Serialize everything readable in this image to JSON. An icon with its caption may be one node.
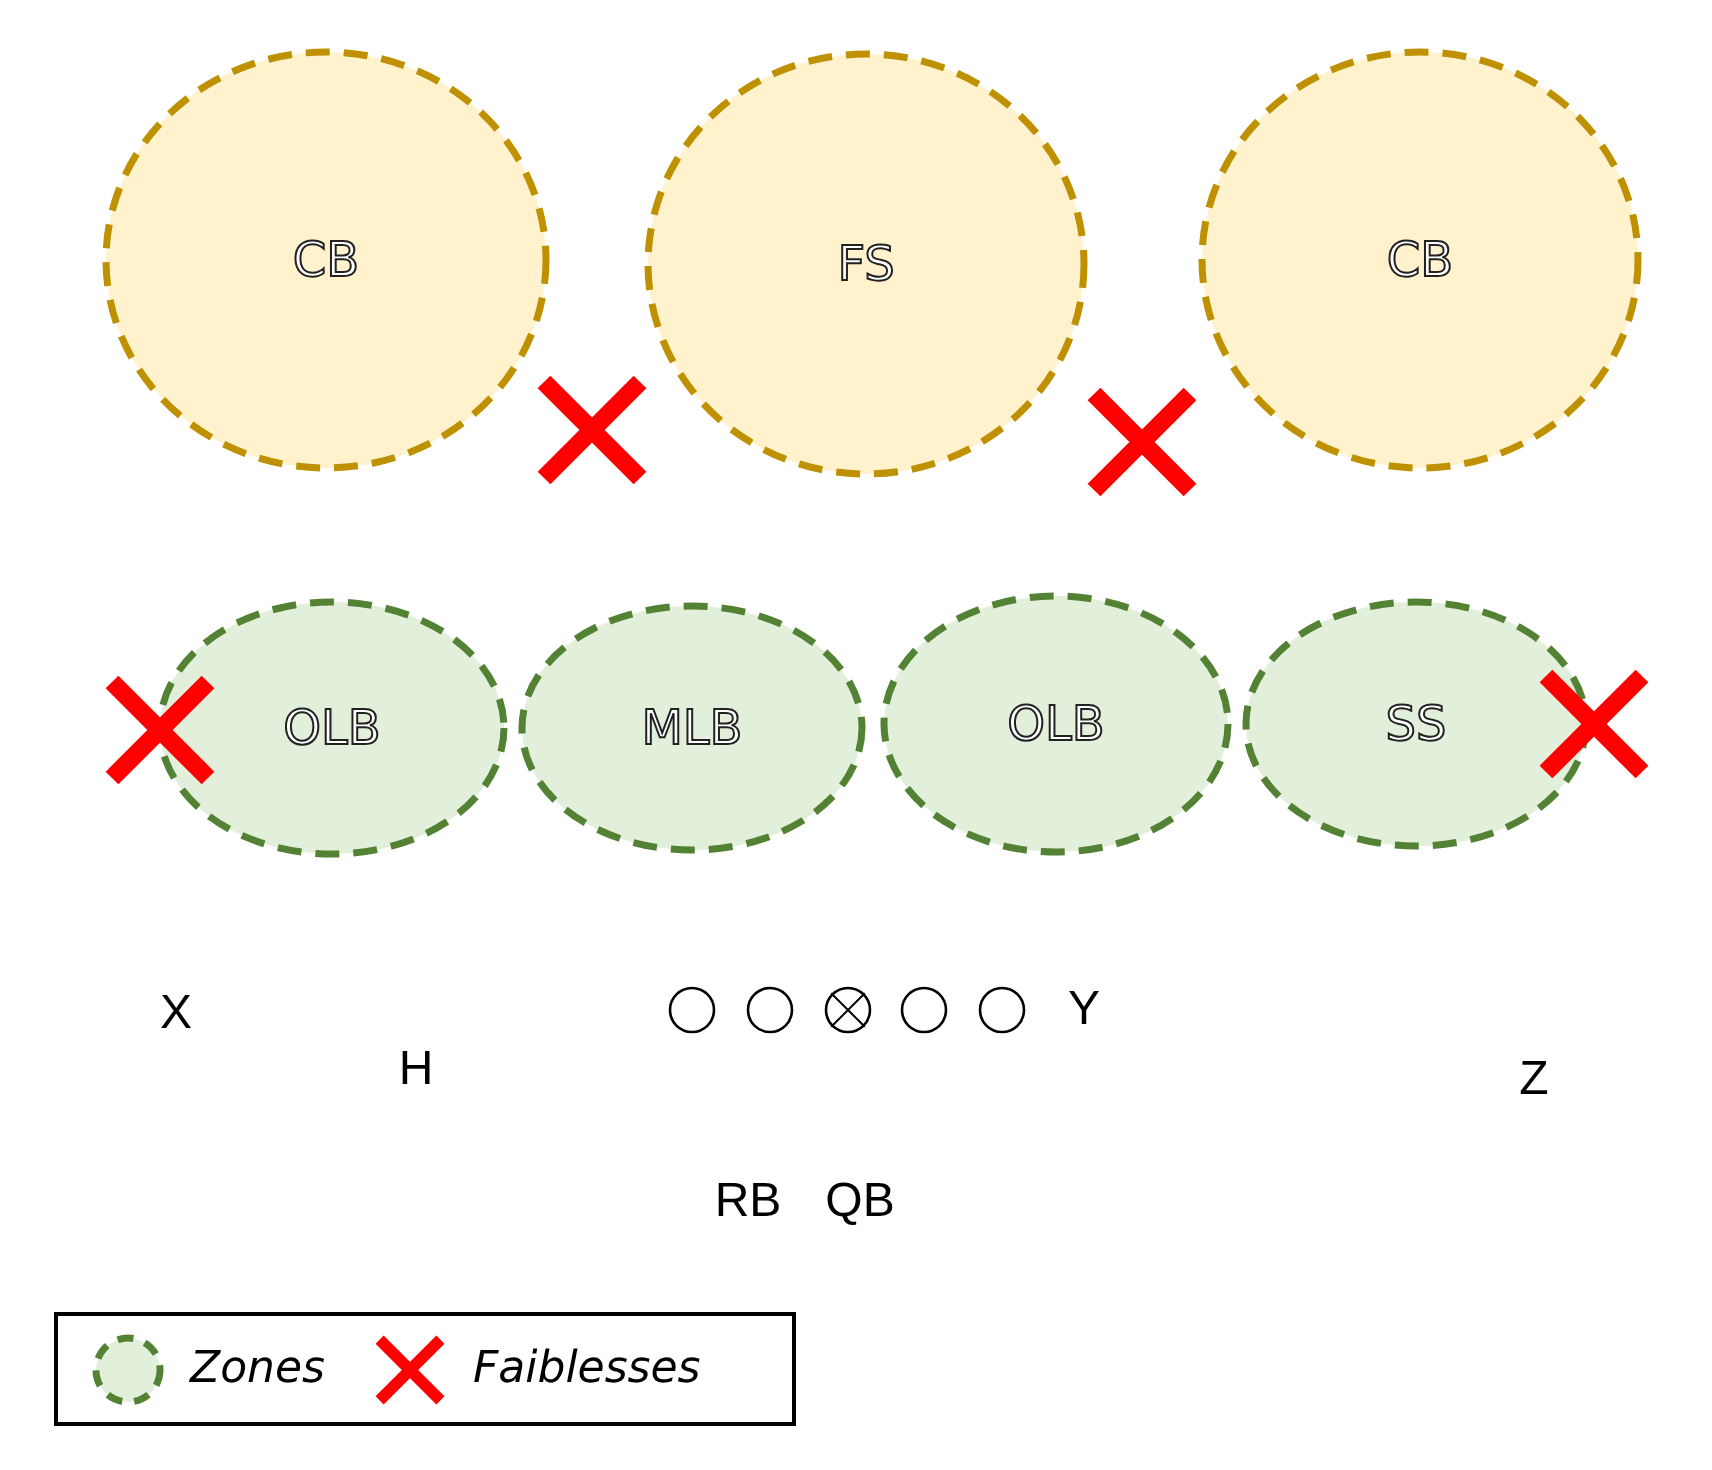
{
  "diagram": {
    "nodes": [
      {
        "text": [
          "CB"
        ]
      },
      {
        "text": [
          "FS"
        ]
      },
      {
        "text": [
          "CB"
        ]
      },
      {
        "text": [
          "OLB"
        ]
      },
      {
        "text": [
          "MLB"
        ]
      },
      {
        "text": [
          "OLB"
        ]
      },
      {
        "text": [
          "SS"
        ]
      },
      {
        "text": [],
        "shape": "cross"
      },
      {
        "text": [],
        "shape": "cross"
      },
      {
        "text": [],
        "shape": "cross"
      },
      {
        "text": [],
        "shape": "cross"
      },
      {
        "text": [],
        "shape": "circle"
      },
      {
        "text": [],
        "shape": "circle"
      },
      {
        "text": [],
        "shape": "circle"
      },
      {
        "text": [],
        "shape": "circle"
      },
      {
        "text": [],
        "shape": "circle"
      }
    ],
    "edges": [],
    "labels": [
      "X",
      "Y",
      "H",
      "Z",
      "RB",
      "QB"
    ],
    "legend": [
      {
        "text": "Zones"
      },
      {
        "text": "Faiblesses"
      }
    ]
  }
}
